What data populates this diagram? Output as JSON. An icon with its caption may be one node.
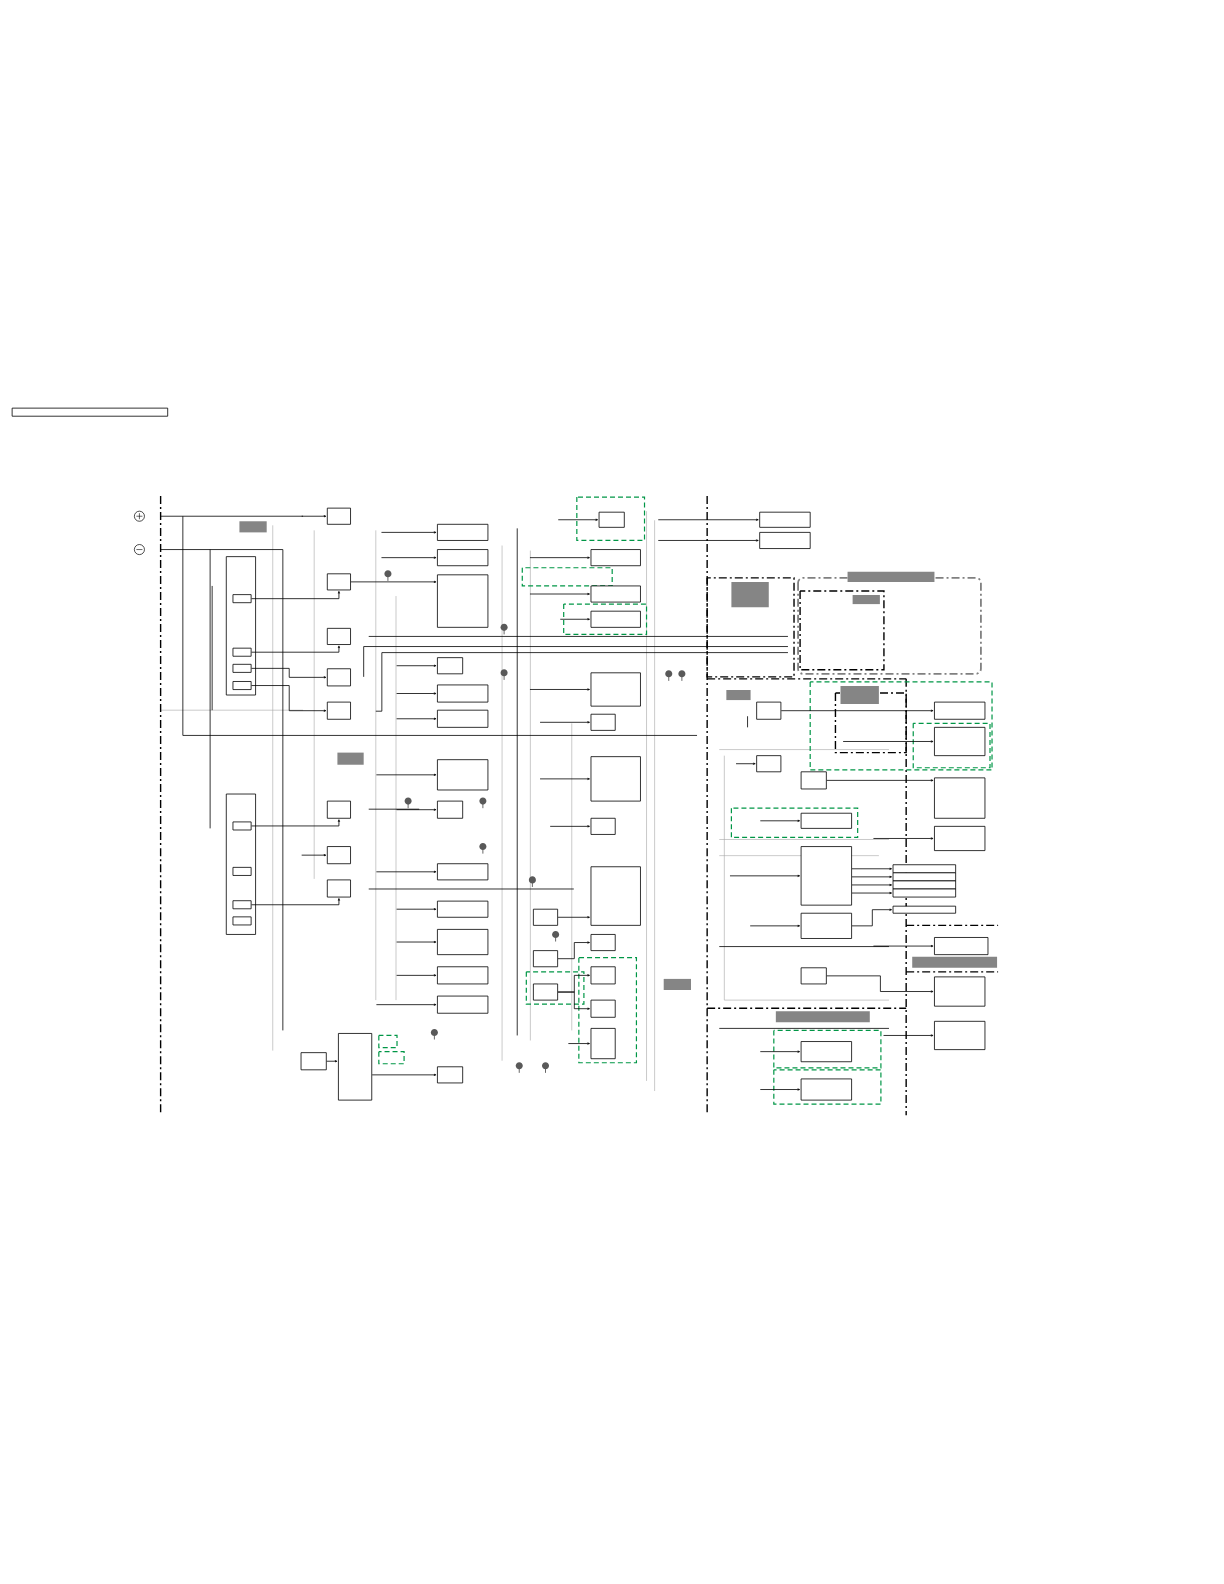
{
  "diagram": {
    "nodes": [
      {
        "text": [],
        "shape": "box"
      },
      {
        "text": [],
        "shape": "circle"
      },
      {
        "text": [],
        "shape": "circle"
      },
      {
        "text": [],
        "shape": "box"
      },
      {
        "text": [],
        "shape": "box",
        "in": 3
      },
      {
        "text": [],
        "shape": "box",
        "in": 3
      },
      {
        "text": [],
        "shape": "box",
        "in": 3
      },
      {
        "text": [],
        "shape": "box",
        "in": 3
      },
      {
        "text": [],
        "shape": "box"
      },
      {
        "text": [],
        "shape": "box",
        "in": 8
      },
      {
        "text": [],
        "shape": "box",
        "in": 8
      },
      {
        "text": [],
        "shape": "box",
        "in": 8
      },
      {
        "text": [],
        "shape": "box",
        "in": 8
      },
      {
        "text": [],
        "shape": "box"
      },
      {
        "text": [],
        "shape": "box"
      },
      {
        "text": [],
        "shape": "box"
      },
      {
        "text": [],
        "shape": "box"
      },
      {
        "text": [],
        "shape": "box"
      },
      {
        "text": [],
        "shape": "box"
      },
      {
        "text": [],
        "shape": "box"
      },
      {
        "text": [],
        "shape": "box"
      },
      {
        "text": [],
        "shape": "box"
      },
      {
        "text": [],
        "shape": "box"
      },
      {
        "text": [],
        "shape": "box"
      },
      {
        "text": [],
        "shape": "box"
      },
      {
        "text": [],
        "shape": "box"
      },
      {
        "text": [],
        "shape": "box"
      },
      {
        "text": [],
        "shape": "box"
      },
      {
        "text": [],
        "shape": "box"
      },
      {
        "text": [],
        "shape": "box"
      },
      {
        "text": [],
        "shape": "box"
      },
      {
        "text": [],
        "shape": "box"
      },
      {
        "text": [],
        "shape": "box"
      },
      {
        "text": [],
        "shape": "box"
      },
      {
        "text": [],
        "shape": "box"
      },
      {
        "text": [],
        "shape": "box"
      },
      {
        "text": [],
        "shape": "box"
      },
      {
        "text": [],
        "shape": "box"
      },
      {
        "text": [],
        "shape": "box"
      },
      {
        "text": [],
        "shape": "box"
      },
      {
        "text": [],
        "shape": "box"
      },
      {
        "text": [],
        "shape": "box"
      },
      {
        "text": [],
        "shape": "box"
      },
      {
        "text": [],
        "shape": "box"
      },
      {
        "text": [],
        "shape": "box"
      },
      {
        "text": [],
        "shape": "box"
      },
      {
        "text": [],
        "shape": "box"
      },
      {
        "text": [],
        "shape": "box"
      },
      {
        "text": [],
        "shape": "box"
      },
      {
        "text": [],
        "shape": "box"
      },
      {
        "text": [],
        "shape": "box"
      },
      {
        "text": [],
        "shape": "box"
      },
      {
        "text": [],
        "shape": "box"
      },
      {
        "text": [],
        "shape": "box"
      },
      {
        "text": [],
        "shape": "box"
      },
      {
        "text": [],
        "shape": "box"
      },
      {
        "text": [],
        "shape": "box"
      },
      {
        "text": [],
        "shape": "box"
      },
      {
        "text": [],
        "shape": "box"
      },
      {
        "text": [],
        "shape": "box"
      },
      {
        "text": [],
        "shape": "box"
      },
      {
        "text": [],
        "shape": "box"
      },
      {
        "text": [],
        "shape": "box"
      },
      {
        "text": [],
        "shape": "box"
      },
      {
        "text": [],
        "shape": "box"
      },
      {
        "text": [],
        "shape": "box"
      },
      {
        "text": [],
        "shape": "box"
      },
      {
        "text": [],
        "shape": "box"
      },
      {
        "text": [],
        "shape": "box"
      },
      {
        "text": [],
        "shape": "box"
      },
      {
        "text": [],
        "shape": "box"
      },
      {
        "text": [],
        "shape": "box"
      },
      {
        "text": [],
        "shape": "box"
      },
      {
        "text": [],
        "shape": "box"
      },
      {
        "text": [],
        "shape": "box"
      },
      {
        "text": [],
        "shape": "box"
      }
    ],
    "edges": [
      {
        "from": 4,
        "to": 14,
        "arrow": "to"
      },
      {
        "from": 5,
        "to": 15,
        "arrow": "to"
      },
      {
        "from": 6,
        "to": 16,
        "arrow": "to"
      },
      {
        "from": 7,
        "to": 17,
        "arrow": "to"
      },
      {
        "from": 9,
        "to": 18,
        "arrow": "to"
      },
      {
        "from": 11,
        "to": 20,
        "arrow": "to"
      },
      {
        "from": 14,
        "to": 23,
        "arrow": "to"
      },
      {
        "from": 34,
        "to": 35,
        "arrow": "to"
      },
      {
        "from": 35,
        "to": 36,
        "arrow": "to"
      },
      {
        "from": 55,
        "to": 56,
        "arrow": "to"
      },
      {
        "from": 59,
        "to": 60,
        "arrow": "to"
      },
      {
        "from": 71,
        "to": 72,
        "arrow": "to"
      },
      {
        "from": 46,
        "to": 45,
        "arrow": "to"
      },
      {
        "from": 50,
        "to": 49,
        "arrow": "to"
      },
      {
        "from": null,
        "to": 13,
        "arrow": "to"
      },
      {
        "from": null,
        "to": 19,
        "arrow": "to"
      },
      {
        "from": null,
        "to": 21,
        "arrow": "to"
      },
      {
        "from": null,
        "to": 22,
        "arrow": "to"
      },
      {
        "from": null,
        "to": 24,
        "arrow": "to"
      },
      {
        "from": null,
        "to": 25,
        "arrow": "to"
      },
      {
        "from": null,
        "to": 26,
        "arrow": "to"
      },
      {
        "from": null,
        "to": 27,
        "arrow": "to"
      },
      {
        "from": null,
        "to": 28,
        "arrow": "to"
      },
      {
        "from": null,
        "to": 29,
        "arrow": "to"
      },
      {
        "from": null,
        "to": 30,
        "arrow": "to"
      },
      {
        "from": null,
        "to": 31,
        "arrow": "to"
      },
      {
        "from": null,
        "to": 32,
        "arrow": "to"
      },
      {
        "from": null,
        "to": 33,
        "arrow": "to"
      },
      {
        "from": null,
        "to": 37,
        "arrow": "to"
      },
      {
        "from": null,
        "to": 38,
        "arrow": "to"
      },
      {
        "from": null,
        "to": 39,
        "arrow": "to"
      },
      {
        "from": null,
        "to": 40,
        "arrow": "to"
      },
      {
        "from": null,
        "to": 41,
        "arrow": "to"
      },
      {
        "from": null,
        "to": 42,
        "arrow": "to"
      },
      {
        "from": null,
        "to": 43,
        "arrow": "to"
      },
      {
        "from": null,
        "to": 44,
        "arrow": "to"
      },
      {
        "from": 48,
        "to": 47,
        "arrow": "to"
      },
      {
        "from": 50,
        "to": 51,
        "arrow": "to"
      },
      {
        "from": null,
        "to": 52,
        "arrow": "to"
      },
      {
        "from": null,
        "to": 53,
        "arrow": "to"
      },
      {
        "from": null,
        "to": 54,
        "arrow": "to"
      },
      {
        "from": null,
        "to": 57,
        "arrow": "to"
      },
      {
        "from": null,
        "to": 58,
        "arrow": "to"
      },
      {
        "from": null,
        "to": 61,
        "arrow": "to"
      },
      {
        "from": null,
        "to": 62,
        "arrow": "to"
      },
      {
        "from": null,
        "to": 63,
        "arrow": "to"
      },
      {
        "from": 63,
        "to": 64,
        "arrow": "to"
      },
      {
        "from": 63,
        "to": 65,
        "arrow": "to"
      },
      {
        "from": 63,
        "to": 66,
        "arrow": "to"
      },
      {
        "from": 63,
        "to": 67,
        "arrow": "to"
      },
      {
        "from": 69,
        "to": 68,
        "arrow": "to"
      },
      {
        "from": null,
        "to": 69,
        "arrow": "to"
      },
      {
        "from": null,
        "to": 70,
        "arrow": "to"
      },
      {
        "from": null,
        "to": 73,
        "arrow": "to"
      },
      {
        "from": null,
        "to": 74,
        "arrow": "to"
      },
      {
        "from": null,
        "to": 75,
        "arrow": "to"
      }
    ]
  }
}
